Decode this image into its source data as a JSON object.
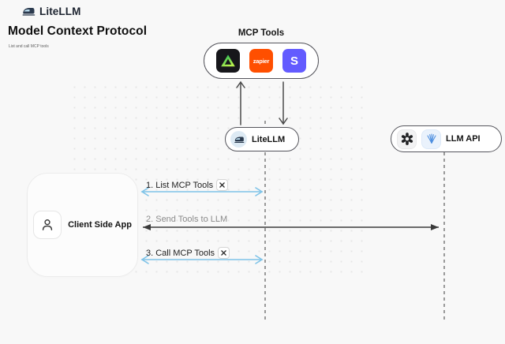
{
  "header": {
    "brand": "LiteLLM",
    "title": "Model Context Protocol",
    "subtitle": "List and call MCP tools"
  },
  "mcp_group": {
    "label": "MCP Tools",
    "tools": [
      {
        "icon": "triangle-gradient-tool-icon",
        "label": ""
      },
      {
        "icon": "zapier-icon",
        "label": "zapier",
        "bg": "#ff4f00"
      },
      {
        "icon": "stripe-icon",
        "label": "S",
        "bg": "#635bff"
      }
    ]
  },
  "nodes": {
    "litellm": {
      "label": "LiteLLM",
      "icon": "litellm-train-icon"
    },
    "llm_api": {
      "label": "LLM API",
      "icons": [
        "openai-icon",
        "llm-provider-icon"
      ]
    },
    "client": {
      "label": "Client Side App",
      "icon": "person-icon"
    }
  },
  "messages": [
    {
      "label": "1. List MCP Tools",
      "tool_icon": true
    },
    {
      "label": "2. Send Tools to LLM",
      "tool_icon": false
    },
    {
      "label": "3. Call MCP Tools",
      "tool_icon": true
    }
  ],
  "colors": {
    "background": "#f8f8f8",
    "message_blue": "#7ec3e8",
    "message_dark": "#3a3a3a",
    "zapier_orange": "#ff4f00",
    "stripe_purple": "#635bff",
    "tool_tile_black": "#17171b",
    "lifeline_gray": "#9a9a9a",
    "node_border": "#55555c"
  }
}
